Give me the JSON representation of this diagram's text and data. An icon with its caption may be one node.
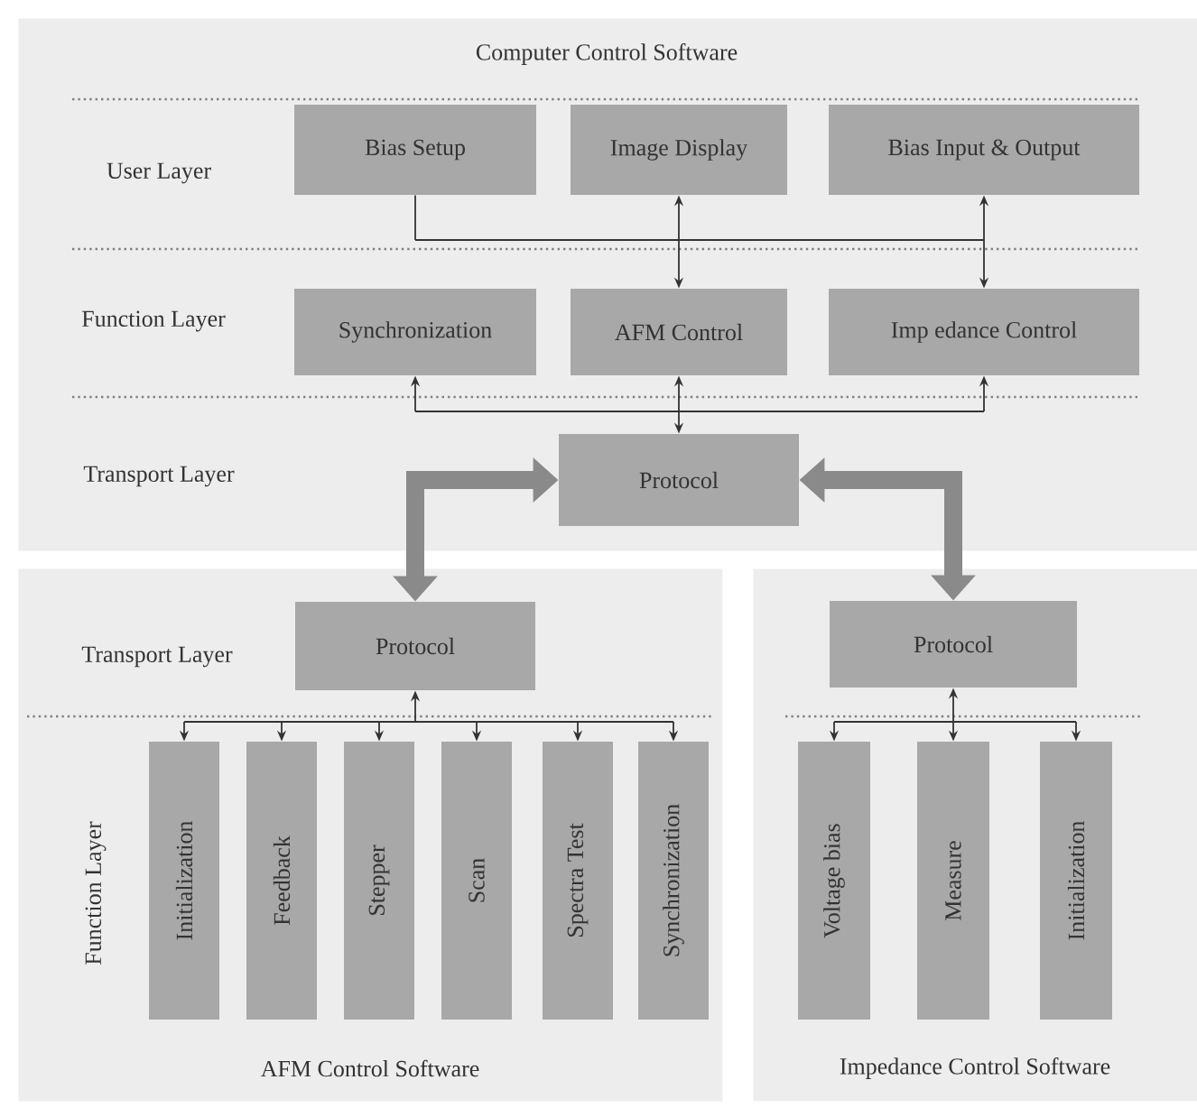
{
  "diagram": {
    "nodes": [
      {
        "text": [
          "Computer Control Software"
        ]
      },
      {
        "text": [
          "Bias Setup"
        ],
        "in": 0
      },
      {
        "text": [
          "Image Display"
        ],
        "in": 0
      },
      {
        "text": [
          "Bias Input & Output"
        ],
        "in": 0
      },
      {
        "text": [
          "Synchronization"
        ],
        "in": 0
      },
      {
        "text": [
          "AFM Control"
        ],
        "in": 0
      },
      {
        "text": [
          "Imp edance Control"
        ],
        "in": 0
      },
      {
        "text": [
          "Protocol"
        ],
        "in": 0
      },
      {
        "text": [
          "AFM Control Software"
        ]
      },
      {
        "text": [
          "Protocol"
        ],
        "in": 8
      },
      {
        "text": [
          "Initialization"
        ],
        "in": 8
      },
      {
        "text": [
          "Feedback"
        ],
        "in": 8
      },
      {
        "text": [
          "Stepper"
        ],
        "in": 8
      },
      {
        "text": [
          "Scan"
        ],
        "in": 8
      },
      {
        "text": [
          "Spectra Test"
        ],
        "in": 8
      },
      {
        "text": [
          "Synchronization"
        ],
        "in": 8
      },
      {
        "text": [
          "Impedance Control Software"
        ]
      },
      {
        "text": [
          "Protocol"
        ],
        "in": 16
      },
      {
        "text": [
          "Voltage bias"
        ],
        "in": 16
      },
      {
        "text": [
          "Measure"
        ],
        "in": 16
      },
      {
        "text": [
          "Initialization"
        ],
        "in": 16
      }
    ],
    "edges": [
      {
        "from": 1,
        "to": 5,
        "arrow": "to"
      },
      {
        "from": 1,
        "to": 6,
        "arrow": "to"
      },
      {
        "from": 5,
        "to": 2,
        "arrow": "both"
      },
      {
        "from": 6,
        "to": 3,
        "arrow": "both"
      },
      {
        "from": 7,
        "to": 4,
        "arrow": "both"
      },
      {
        "from": 7,
        "to": 5,
        "arrow": "both"
      },
      {
        "from": 7,
        "to": 6,
        "arrow": "both"
      },
      {
        "from": 7,
        "to": 9,
        "arrow": "both",
        "style": "thick"
      },
      {
        "from": 7,
        "to": 17,
        "arrow": "both",
        "style": "thick"
      },
      {
        "from": 9,
        "to": 10,
        "arrow": "both"
      },
      {
        "from": 9,
        "to": 11,
        "arrow": "both"
      },
      {
        "from": 9,
        "to": 12,
        "arrow": "both"
      },
      {
        "from": 9,
        "to": 13,
        "arrow": "both"
      },
      {
        "from": 9,
        "to": 14,
        "arrow": "both"
      },
      {
        "from": 9,
        "to": 15,
        "arrow": "both"
      },
      {
        "from": 17,
        "to": 18,
        "arrow": "both"
      },
      {
        "from": 17,
        "to": 19,
        "arrow": "both"
      },
      {
        "from": 17,
        "to": 20,
        "arrow": "both"
      }
    ],
    "labels": [
      "User Layer",
      "Function Layer",
      "Transport Layer",
      "Transport Layer",
      "Function Layer"
    ]
  }
}
